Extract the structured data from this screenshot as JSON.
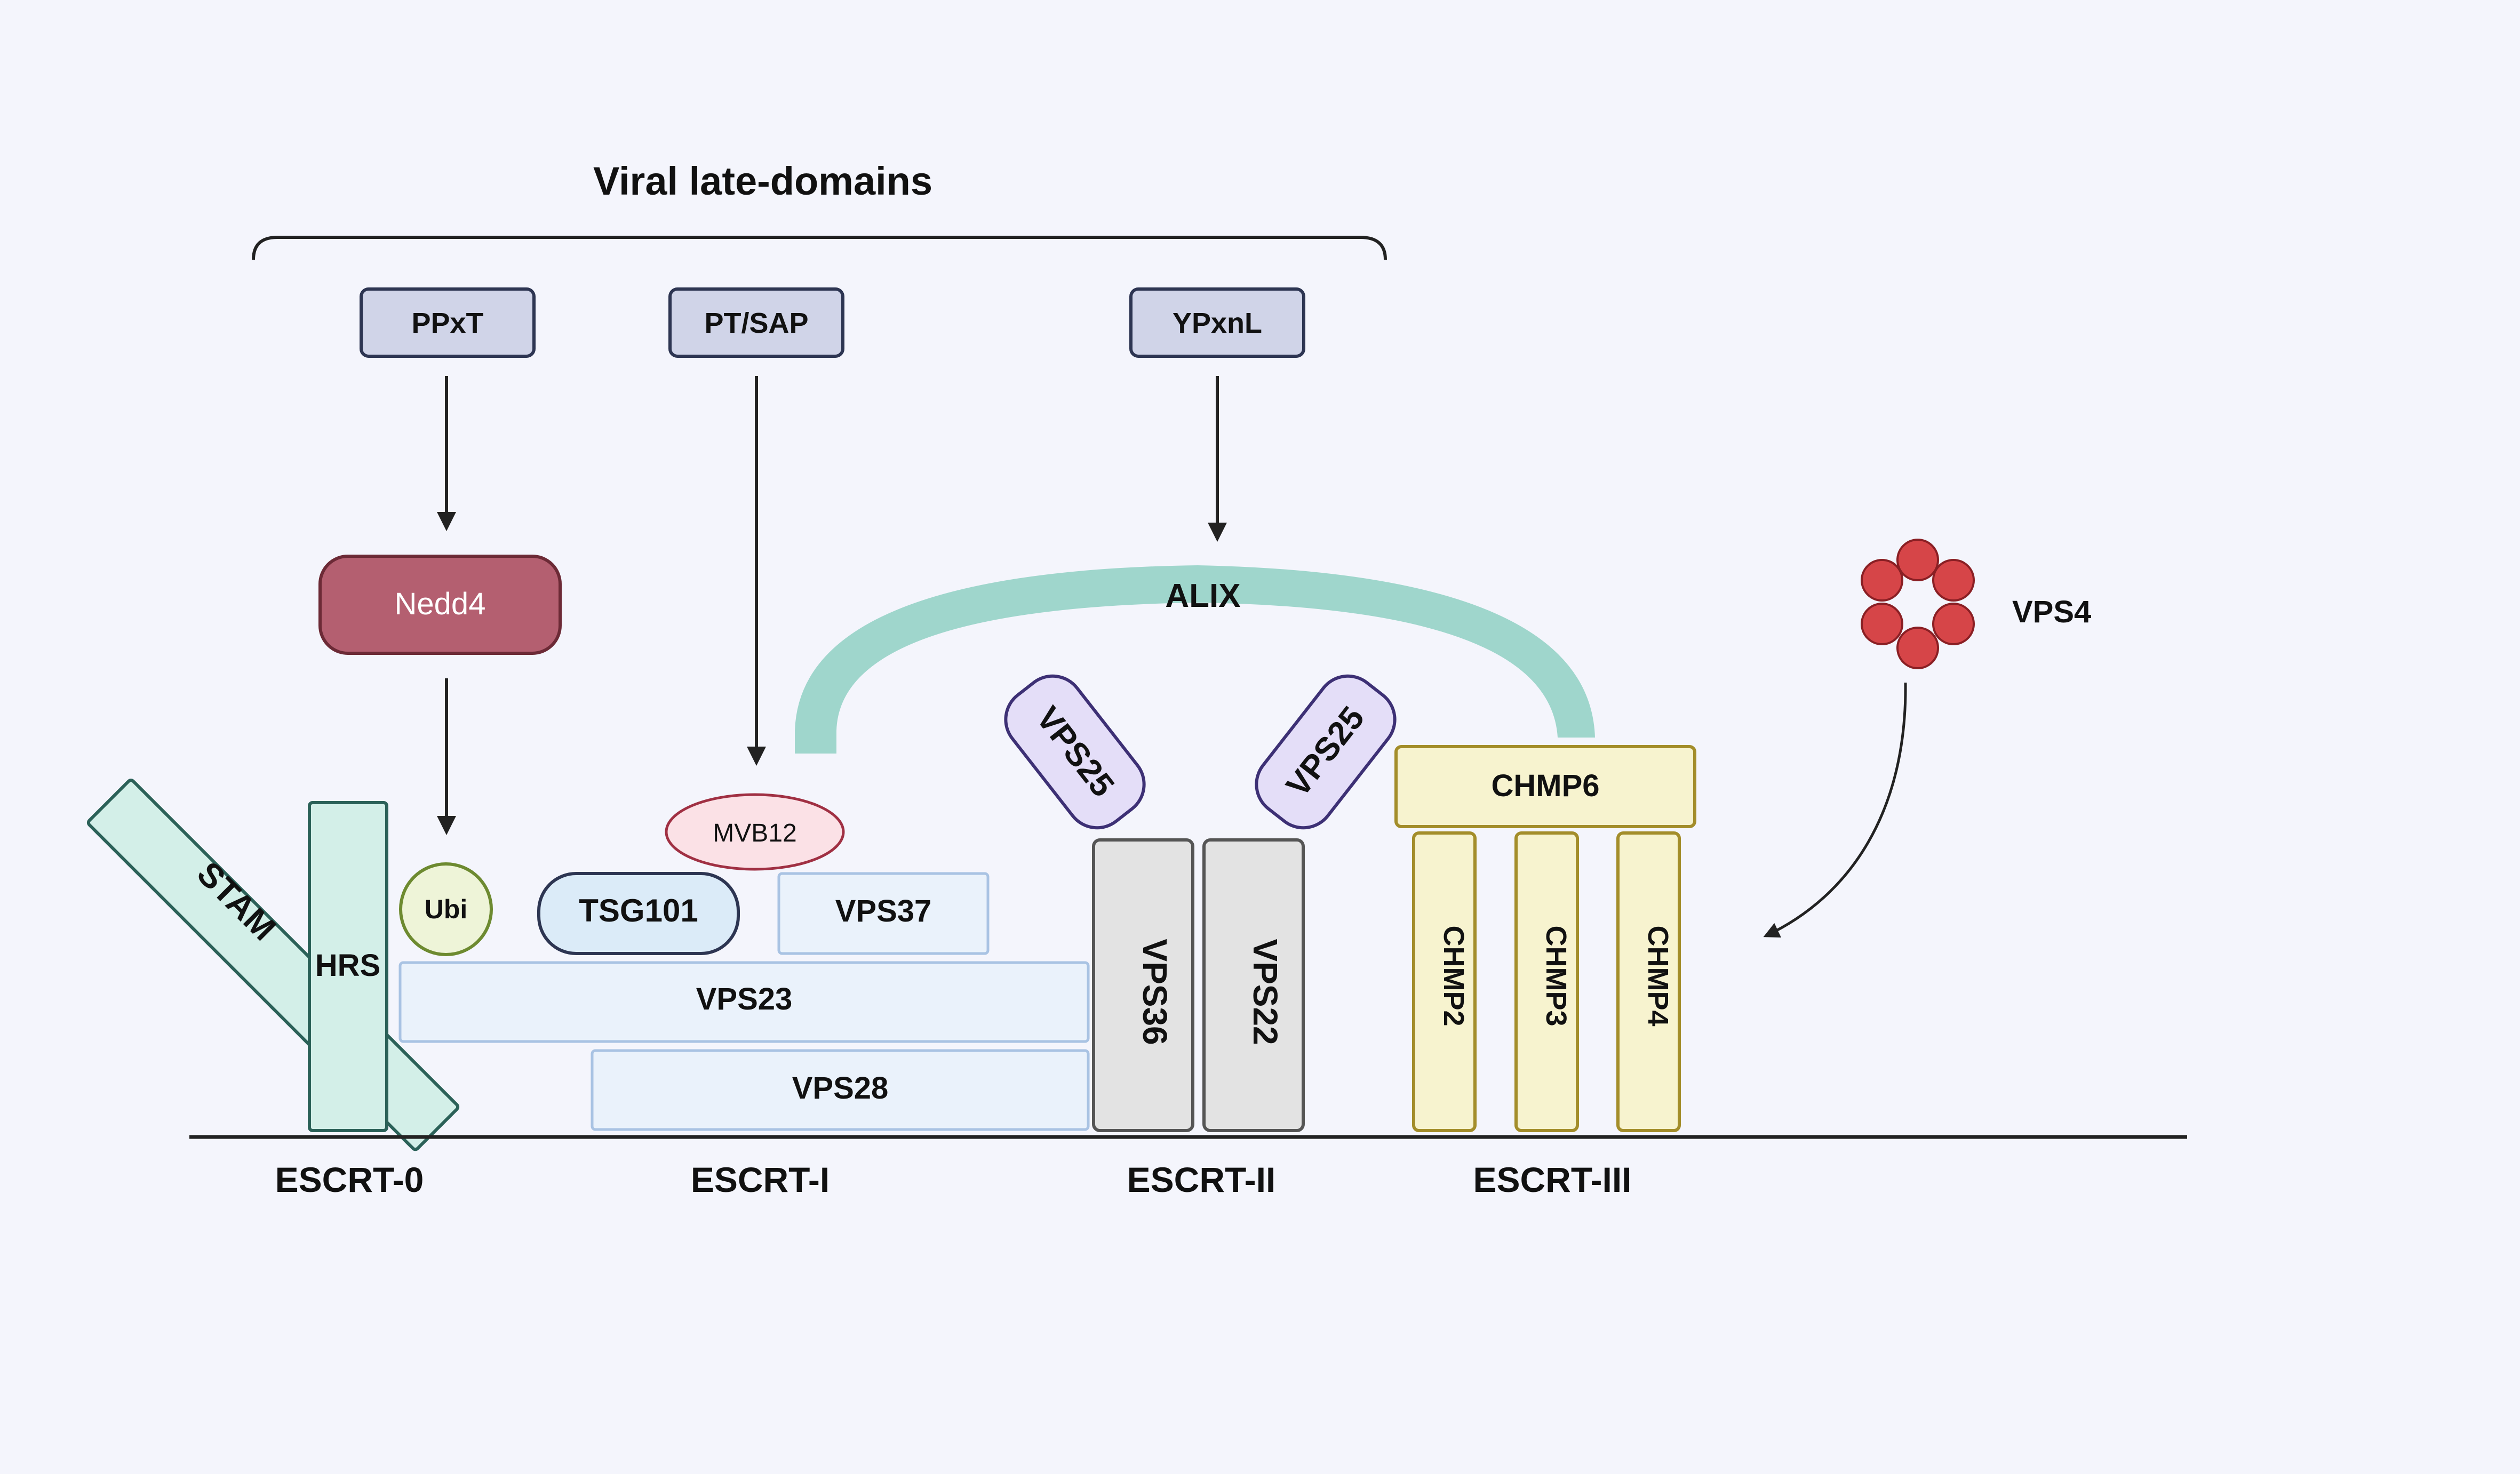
{
  "title": "Viral late-domains",
  "late_domains": {
    "ppxt": "PPxT",
    "ptsap": "PT/SAP",
    "ypxnl": "YPxnL"
  },
  "proteins": {
    "nedd4": "Nedd4",
    "alix": "ALIX",
    "vps4": "VPS4",
    "stam": "STAM",
    "hrs": "HRS",
    "ubi": "Ubi",
    "mvb12": "MVB12",
    "tsg101": "TSG101",
    "vps37": "VPS37",
    "vps23": "VPS23",
    "vps28": "VPS28",
    "vps25_left": "VPS25",
    "vps25_right": "VPS25",
    "vps36": "VPS36",
    "vps22": "VPS22",
    "chmp6": "CHMP6",
    "chmp2": "CHMP2",
    "chmp3": "CHMP3",
    "chmp4": "CHMP4"
  },
  "complexes": {
    "escrt0": "ESCRT-0",
    "escrt1": "ESCRT-I",
    "escrt2": "ESCRT-II",
    "escrt3": "ESCRT-III"
  },
  "colors": {
    "background": "#f4f5fc",
    "domain_box": "#d0d4e8",
    "nedd4": "#b45f70",
    "alix": "#9fd6cc",
    "vps4": "#d64548",
    "escrt0": "#d3efe8",
    "escrt1": "#eaf2fb",
    "tsg101": "#dbebf8",
    "mvb12": "#fbe1e6",
    "ubi": "#eef4d8",
    "vps25": "#e4def8",
    "escrt2": "#e3e3e3",
    "escrt3": "#f7f3cf"
  }
}
